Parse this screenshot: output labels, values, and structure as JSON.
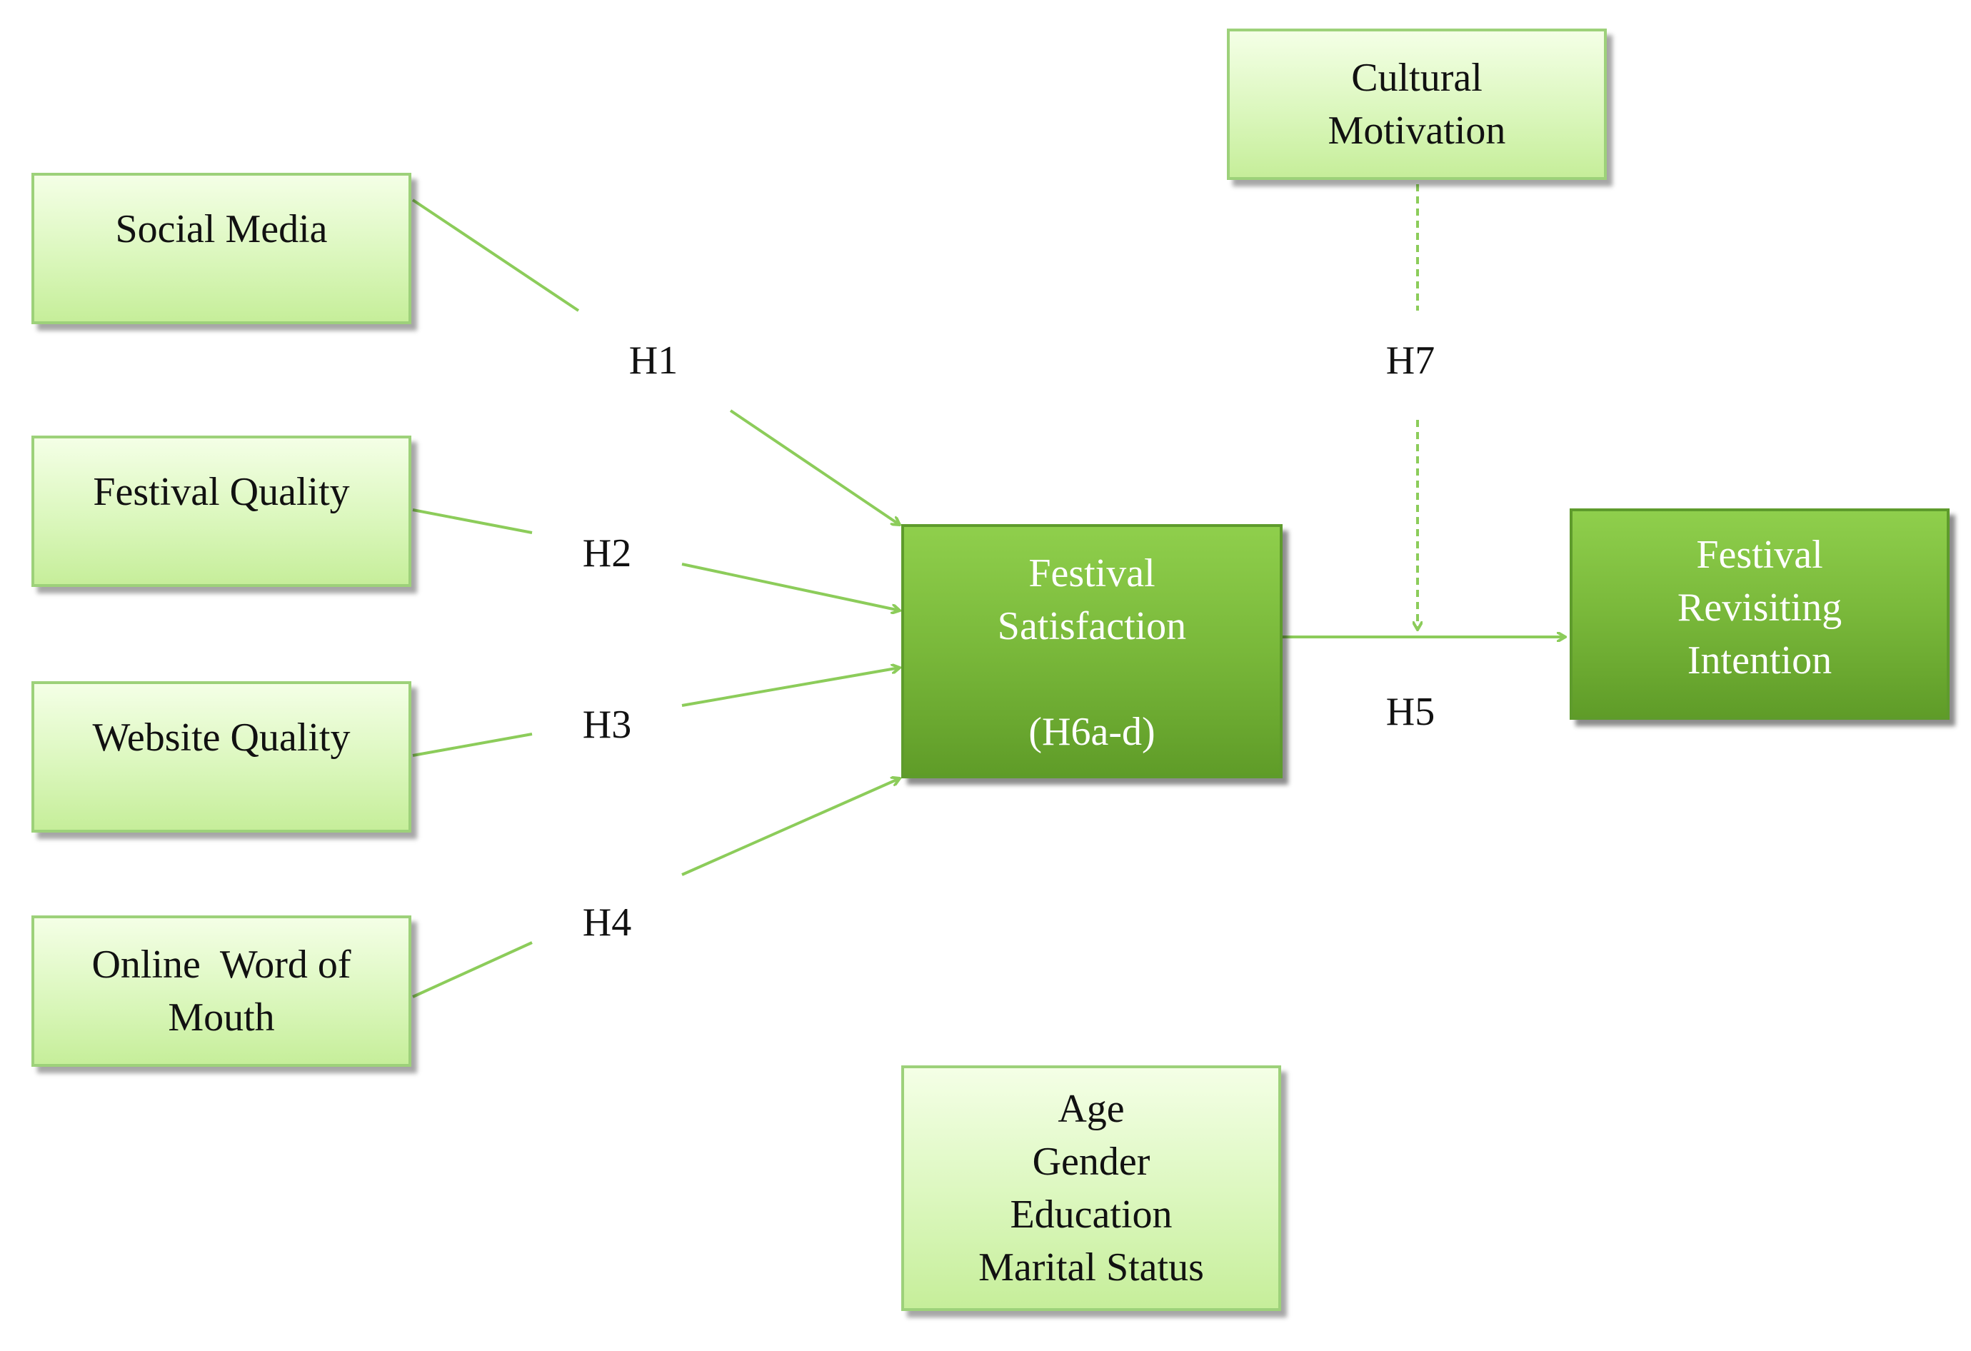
{
  "colors": {
    "connector": "#8ccc5a",
    "light_box_fill": "#dbf7bd",
    "light_box_border": "#9dd17a",
    "dark_box_fill": "#79b83a",
    "dark_box_text": "#ffffff"
  },
  "nodes": {
    "social_media": {
      "lines": [
        "Social Media"
      ]
    },
    "festival_quality": {
      "lines": [
        "Festival Quality"
      ]
    },
    "website_quality": {
      "lines": [
        "Website Quality"
      ]
    },
    "online_wom": {
      "lines": [
        "Online  Word of",
        "Mouth"
      ]
    },
    "cultural_motivation": {
      "lines": [
        "Cultural",
        "Motivation"
      ]
    },
    "festival_satisfaction": {
      "lines": [
        "Festival",
        "Satisfaction"
      ],
      "sublabel": "(H6a-d)"
    },
    "revisiting_intention": {
      "lines": [
        "Festival",
        "Revisiting",
        "Intention"
      ]
    },
    "controls": {
      "lines": [
        "Age",
        "Gender",
        "Education",
        "Marital Status"
      ]
    }
  },
  "hypotheses": {
    "h1": "H1",
    "h2": "H2",
    "h3": "H3",
    "h4": "H4",
    "h5": "H5",
    "h7": "H7"
  }
}
